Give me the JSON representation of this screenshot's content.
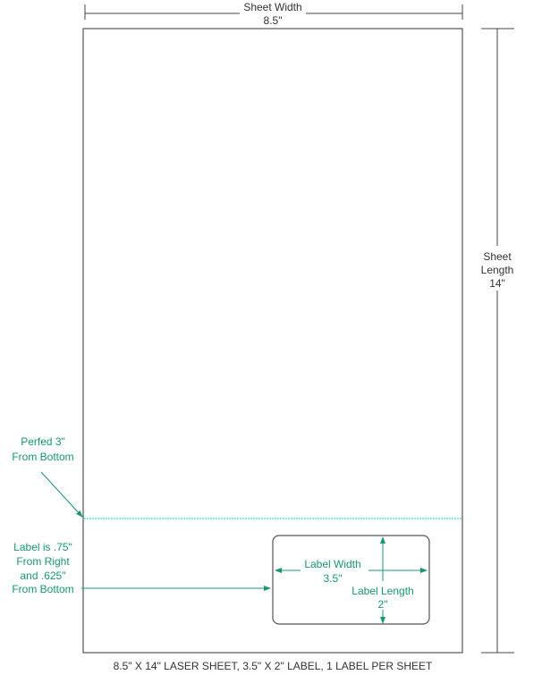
{
  "sheet_width": {
    "label": "Sheet Width",
    "value": "8.5\""
  },
  "sheet_length": {
    "label_line1": "Sheet",
    "label_line2": "Length",
    "value": "14\""
  },
  "perf_note": {
    "line1": "Perfed 3\"",
    "line2": "From Bottom"
  },
  "label_position_note": {
    "line1": "Label is .75\"",
    "line2": "From Right",
    "line3": "and .625\"",
    "line4": "From Bottom"
  },
  "label_width": {
    "label": "Label Width",
    "value": "3.5\""
  },
  "label_length": {
    "label": "Label Length",
    "value": "2\""
  },
  "caption": "8.5\" X 14\" LASER SHEET, 3.5\" X 2\" LABEL, 1 LABEL PER SHEET",
  "colors": {
    "annotation": "#17996b",
    "perforation": "#00d8e0",
    "outline": "#555555"
  }
}
